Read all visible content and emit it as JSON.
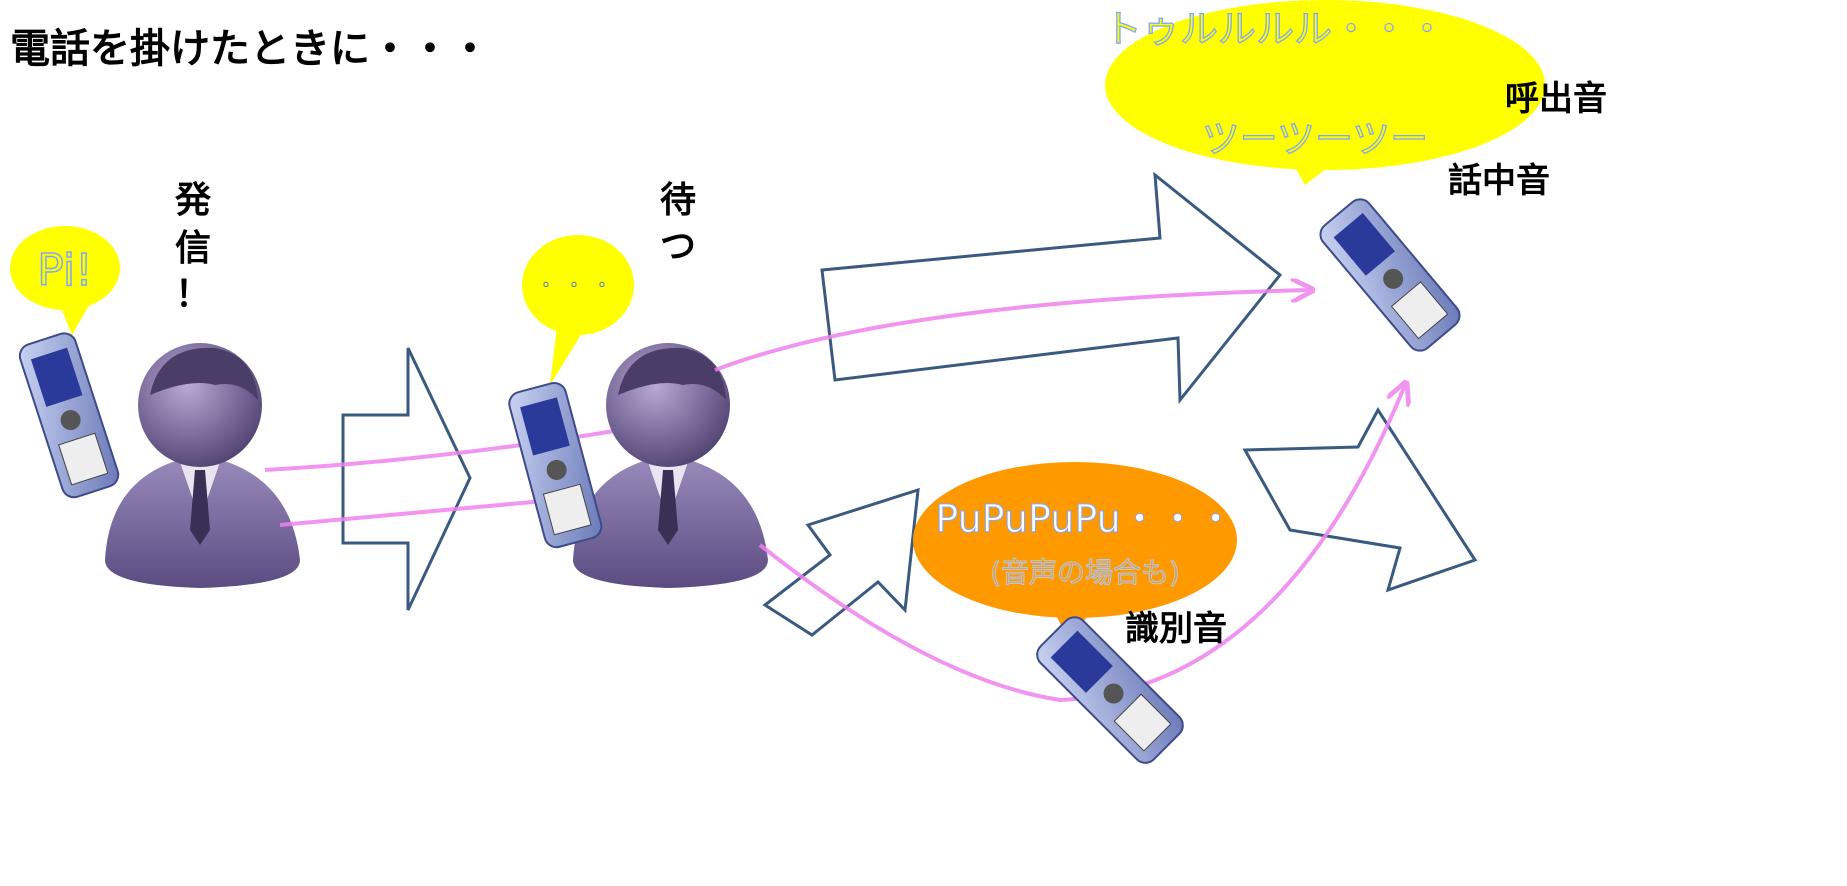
{
  "title": "電話を掛けたときに・・・",
  "caller": {
    "bubble": "Pi!",
    "label_chars": [
      "発",
      "信",
      "！"
    ]
  },
  "waiter": {
    "bubble": "・・・",
    "label_chars": [
      "待",
      "つ"
    ]
  },
  "ring_bubble": {
    "line1": "トゥルルルル・・・",
    "line2": "ツーツーツー"
  },
  "labels": {
    "ringback": "呼出音",
    "busy": "話中音",
    "identify": "識別音"
  },
  "id_bubble": {
    "line1": "PuPuPuPu・・・",
    "line2": "(音声の場合も)"
  },
  "colors": {
    "yellow": "#ffff00",
    "orange": "#ff9900",
    "arrow_stroke": "#3a5a80",
    "pink": "#ee82ee",
    "person": "#7a6a9a",
    "bubble_text": "#a8c8ff"
  },
  "icons": [
    "person-icon",
    "cellphone-icon",
    "block-arrow-icon"
  ]
}
